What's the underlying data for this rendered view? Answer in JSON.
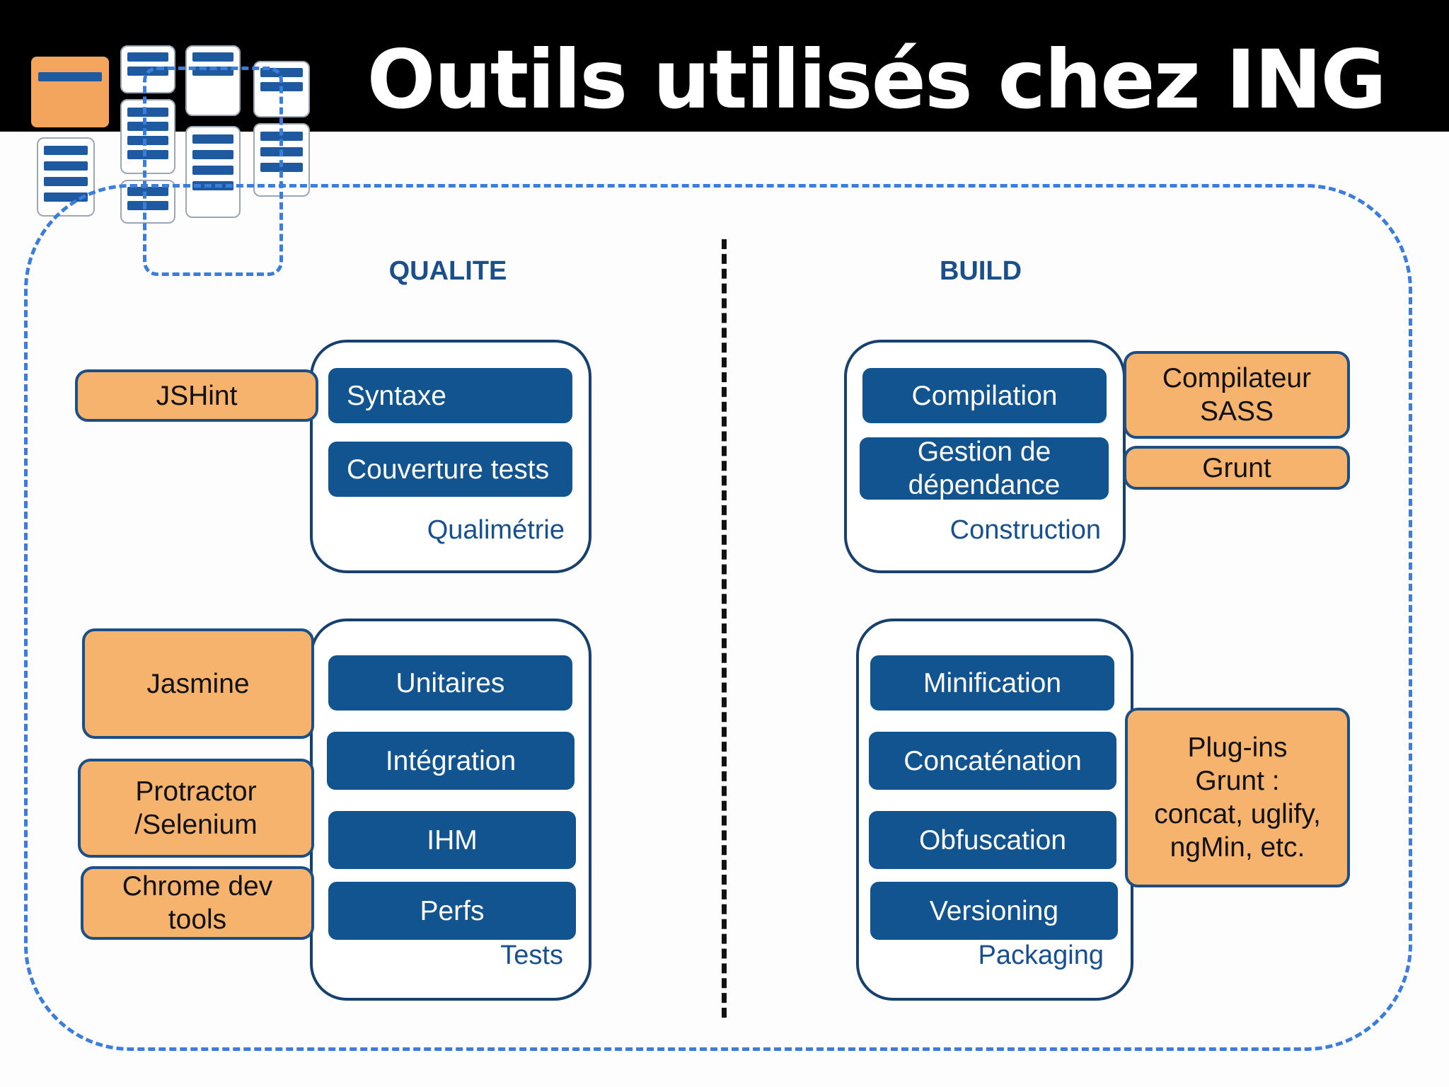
{
  "title": "Outils utilisés chez ING",
  "sections": {
    "qualite": "QUALITE",
    "build": "BUILD"
  },
  "qualite": {
    "qualimetrie": {
      "label": "Qualimétrie",
      "tasks": [
        "Syntaxe",
        "Couverture tests"
      ],
      "tools": [
        "JSHint"
      ]
    },
    "tests": {
      "label": "Tests",
      "tasks": [
        "Unitaires",
        "Intégration",
        "IHM",
        "Perfs"
      ],
      "tools": [
        "Jasmine",
        "Protractor\n/Selenium",
        "Chrome  dev\ntools"
      ]
    }
  },
  "build": {
    "construction": {
      "label": "Construction",
      "tasks": [
        "Compilation",
        "Gestion de\ndépendance"
      ],
      "tools": [
        "Compilateur\nSASS",
        "Grunt"
      ]
    },
    "packaging": {
      "label": "Packaging",
      "tasks": [
        "Minification",
        "Concaténation",
        "Obfuscation",
        "Versioning"
      ],
      "tools": [
        "Plug-ins\nGrunt :\nconcat, uglify,\nngMin, etc."
      ]
    }
  },
  "colors": {
    "task_fill": "#11548f",
    "tool_fill": "#f6b36e",
    "frame_dash": "#3b7ddd",
    "group_label": "#16508f"
  }
}
